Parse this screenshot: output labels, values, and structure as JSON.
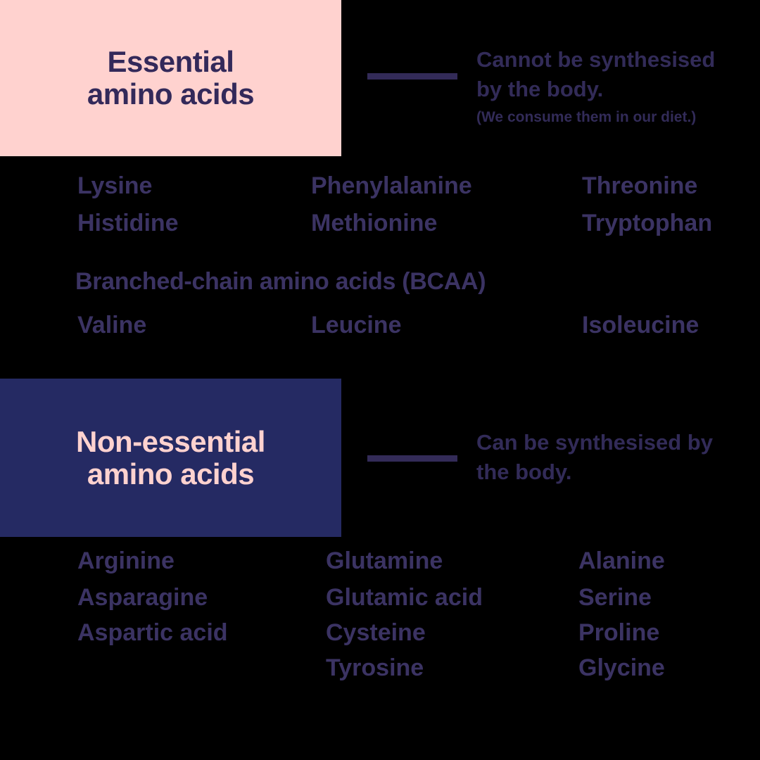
{
  "colors": {
    "background": "#000000",
    "pink": "#FFD2CF",
    "navy": "#252A63",
    "title_on_pink": "#33295A",
    "description_text": "#322B58",
    "list_text": "#3B3363",
    "connector": "#332B58"
  },
  "essential": {
    "box_title_line1": "Essential",
    "box_title_line2": "amino acids",
    "description_line1": "Cannot be synthesised",
    "description_line2": "by the body.",
    "description_note": "(We consume them in our diet.)",
    "list": {
      "row1": [
        "Lysine",
        "Phenylalanine",
        "Threonine"
      ],
      "row2": [
        "Histidine",
        "Methionine",
        "Tryptophan"
      ],
      "bcaa_heading": "Branched-chain amino acids (BCAA)",
      "bcaa_row": [
        "Valine",
        "Leucine",
        "Isoleucine"
      ]
    }
  },
  "non_essential": {
    "box_title_line1": "Non-essential",
    "box_title_line2": "amino acids",
    "description_line1": "Can be synthesised by",
    "description_line2": "the body.",
    "list": {
      "row1": [
        "Arginine",
        "Glutamine",
        "Alanine"
      ],
      "row2": [
        "Asparagine",
        "Glutamic acid",
        "Serine"
      ],
      "row3": [
        "Aspartic acid",
        "Cysteine",
        "Proline"
      ],
      "row4": [
        "Tyrosine",
        "Glycine"
      ]
    }
  }
}
